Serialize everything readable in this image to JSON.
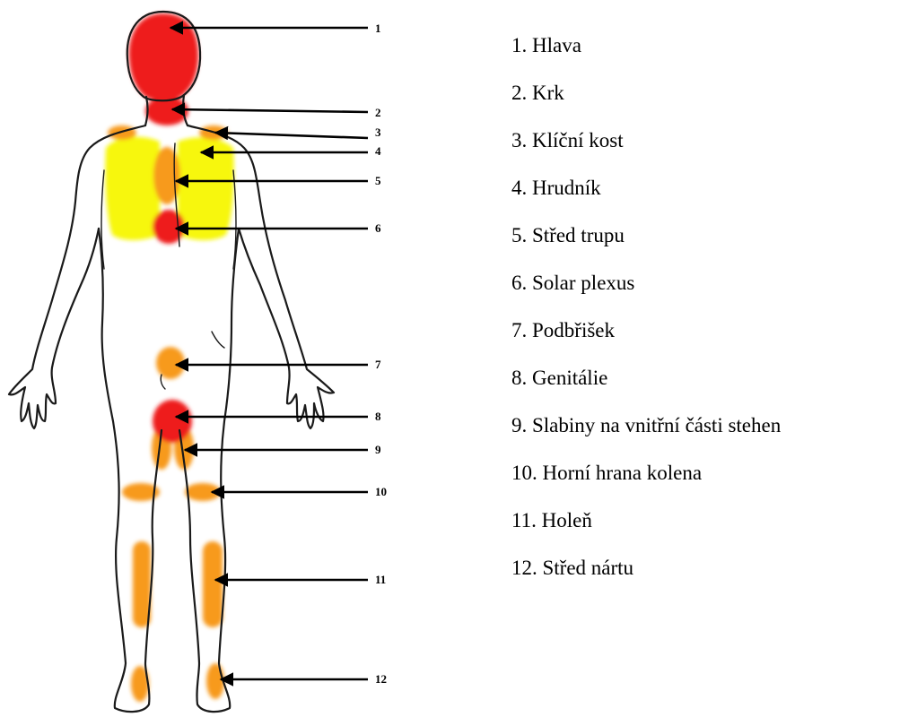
{
  "colors": {
    "red": "#ee1c1c",
    "orange": "#f79a1e",
    "yellow": "#f7f711",
    "outline": "#1a1a1a"
  },
  "markers": [
    {
      "number": "1",
      "color": "red"
    },
    {
      "number": "2",
      "color": "red"
    },
    {
      "number": "3",
      "color": "orange"
    },
    {
      "number": "4",
      "color": "yellow"
    },
    {
      "number": "5",
      "color": "orange"
    },
    {
      "number": "6",
      "color": "red"
    },
    {
      "number": "7",
      "color": "orange"
    },
    {
      "number": "8",
      "color": "red"
    },
    {
      "number": "9",
      "color": "orange"
    },
    {
      "number": "10",
      "color": "orange"
    },
    {
      "number": "11",
      "color": "orange"
    },
    {
      "number": "12",
      "color": "orange"
    }
  ],
  "legend": [
    "1. Hlava",
    "2. Krk",
    "3. Klíční kost",
    "4. Hrudník",
    "5. Střed trupu",
    "6. Solar plexus",
    "7. Podbřišek",
    "8. Genitálie",
    "9. Slabiny na vnitřní části stehen",
    "10. Horní hrana kolena",
    "11. Holeň",
    "12. Střed nártu"
  ]
}
